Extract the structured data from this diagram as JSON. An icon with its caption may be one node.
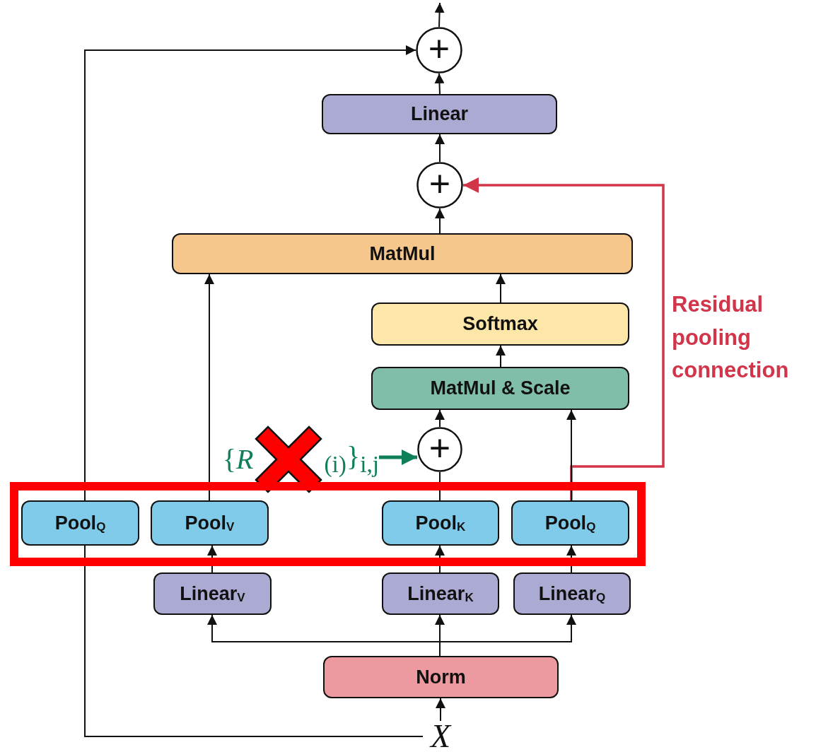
{
  "diagram": {
    "nodes": [
      {
        "text": [
          "+"
        ]
      },
      {
        "text": [
          "Linear"
        ]
      },
      {
        "text": [
          "+"
        ]
      },
      {
        "text": [
          "MatMul"
        ]
      },
      {
        "text": [
          "Softmax"
        ]
      },
      {
        "text": [
          "MatMul & Scale"
        ]
      },
      {
        "text": [
          "{*R*",
          "$_{(i)}$}$_{i,j}$"
        ]
      },
      {
        "text": [
          "+"
        ]
      },
      {
        "text": [],
        "shape": "box"
      },
      {
        "text": [
          "Pool$_{Q}$"
        ],
        "in": 8
      },
      {
        "text": [
          "Pool$_{V}$"
        ],
        "in": 8
      },
      {
        "text": [
          "Pool$_{K}$"
        ],
        "in": 8
      },
      {
        "text": [
          "Pool$_{Q}$"
        ],
        "in": 8
      },
      {
        "text": [
          "Linear$_{V}$"
        ]
      },
      {
        "text": [
          "Linear$_{K}$"
        ]
      },
      {
        "text": [
          "Linear$_{Q}$"
        ]
      },
      {
        "text": [
          "Norm"
        ]
      },
      {
        "text": [
          "X"
        ]
      },
      {
        "text": [],
        "shape": "cross",
        "in": 6
      }
    ],
    "edges": [
      {
        "from": 17,
        "to": 16,
        "arrow": "to"
      },
      {
        "from": 17,
        "to": 9,
        "arrow": "none"
      },
      {
        "from": 9,
        "to": 0,
        "arrow": "to"
      },
      {
        "from": 16,
        "to": 13,
        "arrow": "to"
      },
      {
        "from": 16,
        "to": 14,
        "arrow": "to"
      },
      {
        "from": 16,
        "to": 15,
        "arrow": "to"
      },
      {
        "from": 13,
        "to": 10,
        "arrow": "to"
      },
      {
        "from": 14,
        "to": 11,
        "arrow": "to"
      },
      {
        "from": 15,
        "to": 12,
        "arrow": "to"
      },
      {
        "from": 10,
        "to": 3,
        "arrow": "to"
      },
      {
        "from": 11,
        "to": 7,
        "arrow": "none"
      },
      {
        "from": 6,
        "to": 7,
        "arrow": "to",
        "style": "thick",
        "color": "#0f7f5a"
      },
      {
        "from": 7,
        "to": 5,
        "arrow": "to"
      },
      {
        "from": 12,
        "to": 5,
        "arrow": "to"
      },
      {
        "from": 12,
        "to": 2,
        "arrow": "to",
        "label": "Residual pooling connection",
        "color": "#d2354a"
      },
      {
        "from": 5,
        "to": 4,
        "arrow": "to"
      },
      {
        "from": 4,
        "to": 3,
        "arrow": "to"
      },
      {
        "from": 3,
        "to": 2,
        "arrow": "to"
      },
      {
        "from": 2,
        "to": 1,
        "arrow": "to"
      },
      {
        "from": 1,
        "to": 0,
        "arrow": "to"
      },
      {
        "from": 0,
        "to": null,
        "arrow": "to"
      }
    ]
  }
}
